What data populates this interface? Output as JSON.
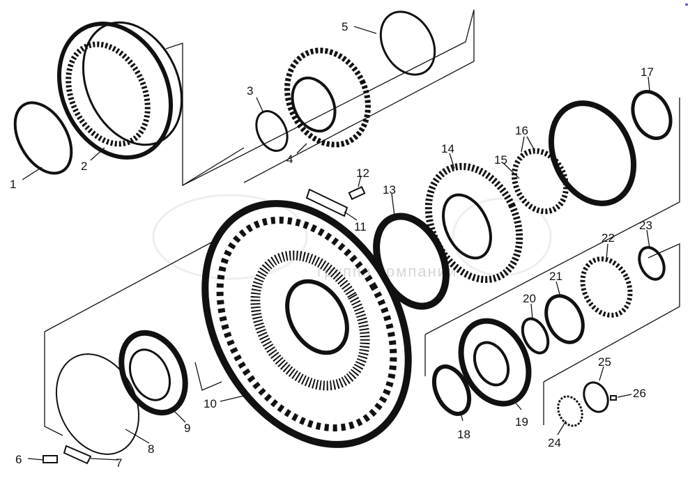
{
  "diagram": {
    "title": "Exploded view of gear assembly",
    "labels": [
      "1",
      "2",
      "3",
      "4",
      "5",
      "6",
      "7",
      "8",
      "9",
      "10",
      "11",
      "12",
      "13",
      "14",
      "15",
      "16",
      "17",
      "18",
      "19",
      "20",
      "21",
      "22",
      "23",
      "24",
      "25",
      "26"
    ],
    "watermark": "группа компаний",
    "corner_mark_color": "#5a5ae0"
  }
}
